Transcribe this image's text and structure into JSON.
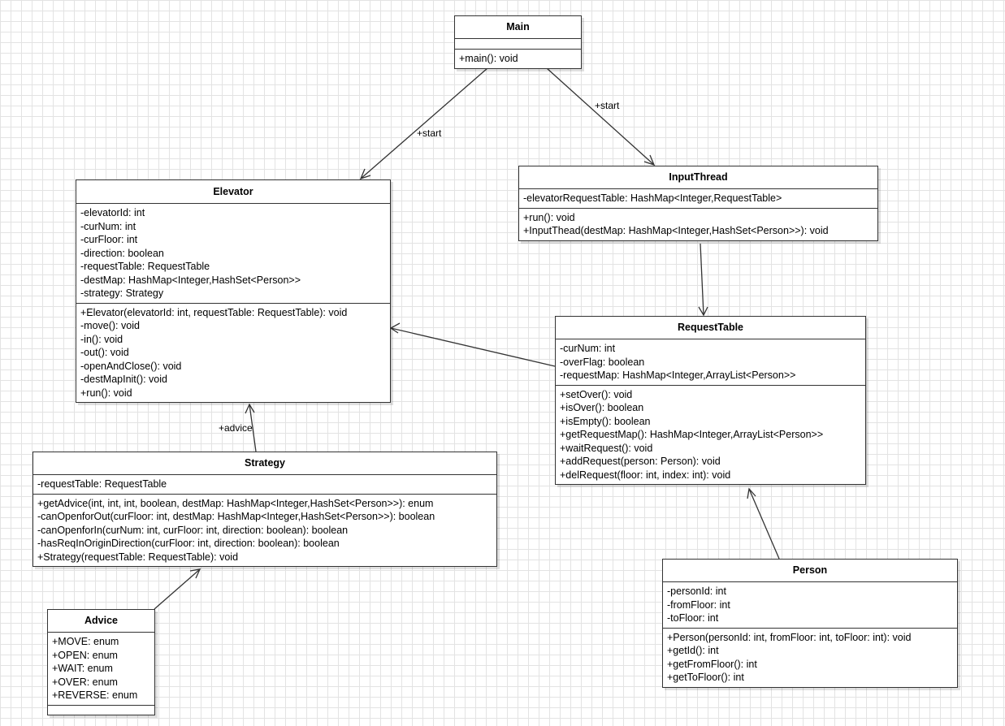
{
  "classes": {
    "main": {
      "name": "Main",
      "attributes": [],
      "methods": [
        "+main(): void"
      ]
    },
    "elevator": {
      "name": "Elevator",
      "attributes": [
        "-elevatorId: int",
        "-curNum: int",
        "-curFloor: int",
        "-direction: boolean",
        "-requestTable: RequestTable",
        "-destMap: HashMap<Integer,HashSet<Person>>",
        "-strategy: Strategy"
      ],
      "methods": [
        "+Elevator(elevatorId: int, requestTable: RequestTable): void",
        "-move(): void",
        "-in(): void",
        "-out(): void",
        "-openAndClose(): void",
        "-destMapInit(): void",
        "+run(): void"
      ]
    },
    "inputThread": {
      "name": "InputThread",
      "attributes": [
        "-elevatorRequestTable: HashMap<Integer,RequestTable>"
      ],
      "methods": [
        "+run(): void",
        "+InputThead(destMap: HashMap<Integer,HashSet<Person>>): void"
      ]
    },
    "requestTable": {
      "name": "RequestTable",
      "attributes": [
        "-curNum: int",
        "-overFlag: boolean",
        "-requestMap: HashMap<Integer,ArrayList<Person>>"
      ],
      "methods": [
        "+setOver(): void",
        "+isOver(): boolean",
        "+isEmpty(): boolean",
        "+getRequestMap(): HashMap<Integer,ArrayList<Person>>",
        "+waitRequest(): void",
        "+addRequest(person: Person): void",
        "+delRequest(floor: int, index: int): void"
      ]
    },
    "strategy": {
      "name": "Strategy",
      "attributes": [
        "-requestTable: RequestTable"
      ],
      "methods": [
        "+getAdvice(int, int, int, boolean, destMap: HashMap<Integer,HashSet<Person>>): enum",
        "-canOpenforOut(curFloor: int, destMap: HashMap<Integer,HashSet<Person>>): boolean",
        "-canOpenforIn(curNum: int, curFloor: int, direction: boolean): boolean",
        "-hasReqInOriginDirection(curFloor: int, direction: boolean): boolean",
        "+Strategy(requestTable: RequestTable): void"
      ]
    },
    "advice": {
      "name": "Advice",
      "attributes": [
        "+MOVE: enum",
        "+OPEN: enum",
        "+WAIT: enum",
        "+OVER: enum",
        "+REVERSE: enum"
      ],
      "methods": []
    },
    "person": {
      "name": "Person",
      "attributes": [
        "-personId: int",
        "-fromFloor: int",
        "-toFloor: int"
      ],
      "methods": [
        "+Person(personId: int, fromFloor: int, toFloor: int): void",
        "+getId(): int",
        "+getFromFloor(): int",
        "+getToFloor(): int"
      ]
    }
  },
  "edges": {
    "main_elevator": "+start",
    "main_input": "+start",
    "strategy_elevator": "+advice"
  }
}
